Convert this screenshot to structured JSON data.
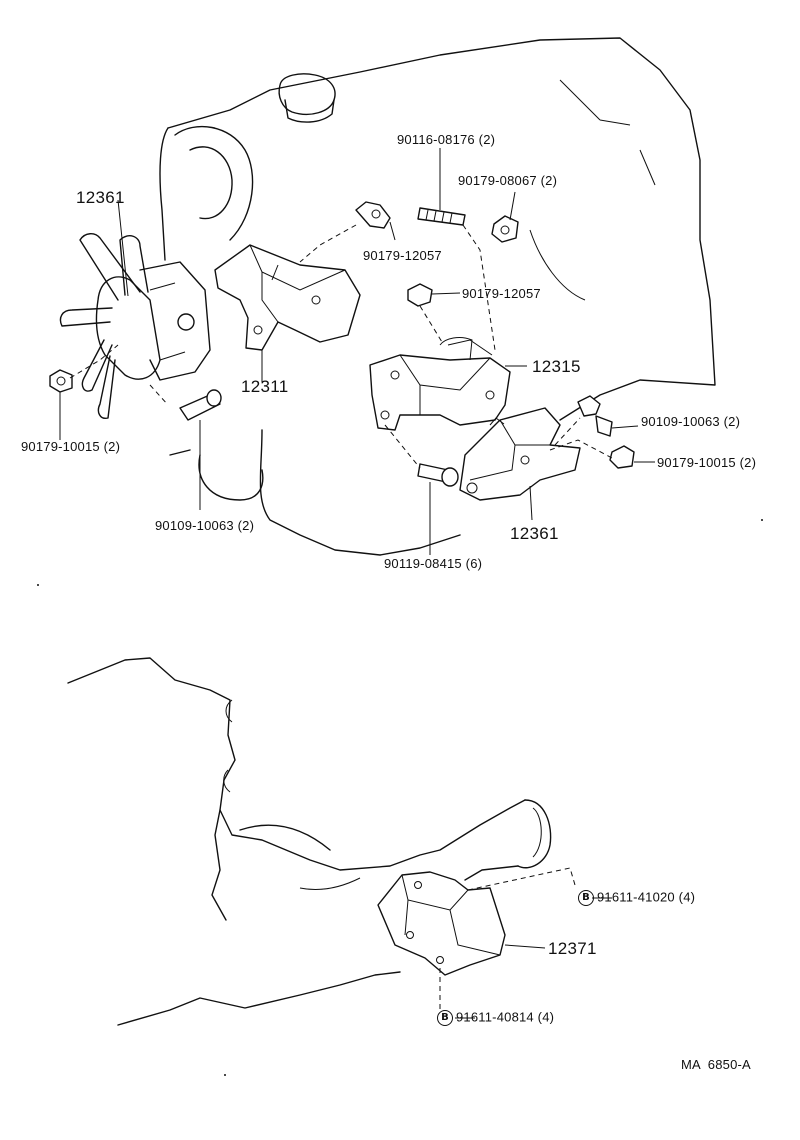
{
  "labels": {
    "p12361_top": "12361",
    "p12311": "12311",
    "p12315": "12315",
    "p12361_bottom": "12361",
    "p12371": "12371",
    "b90116": "90116-08176 (2)",
    "b90179_08067": "90179-08067 (2)",
    "b90179_12057_a": "90179-12057",
    "b90179_12057_b": "90179-12057",
    "b90179_10015_left": "90179-10015 (2)",
    "b90109_10063_left": "90109-10063 (2)",
    "b90109_10063_right": "90109-10063 (2)",
    "b90179_10015_right": "90179-10015 (2)",
    "b90119": "90119-08415 (6)",
    "b91611_41020": "91611-41020 (4)",
    "b91611_40814": "91611-40814 (4)",
    "circle_mark": "B",
    "ref_code": "MA  6850-A"
  }
}
